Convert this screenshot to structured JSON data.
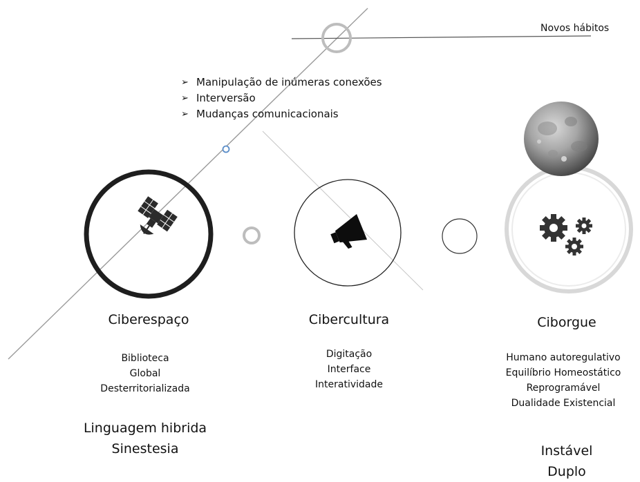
{
  "header": {
    "label": "Novos hábitos"
  },
  "bullets": [
    "Manipulação de inúmeras conexões",
    "Interversão",
    "Mudanças comunicacionais"
  ],
  "columns": [
    {
      "title": "Ciberespaço",
      "icon": "satellite-icon",
      "items": [
        "Biblioteca",
        "Global",
        "Desterritorializada"
      ],
      "extra": [
        "Linguagem hibrida",
        "Sinestesia"
      ]
    },
    {
      "title": "Cibercultura",
      "icon": "megaphone-icon",
      "items": [
        "Digitação",
        "Interface",
        "Interatividade"
      ],
      "extra": []
    },
    {
      "title": "Ciborgue",
      "icon": "gears-icon",
      "items": [
        "Humano autoregulativo",
        "Equilíbrio Homeostático",
        "Reprogramável",
        "Dualidade Existencial"
      ],
      "extra": [
        "Instável",
        "Duplo"
      ]
    }
  ],
  "moon_icon": "moon-icon"
}
